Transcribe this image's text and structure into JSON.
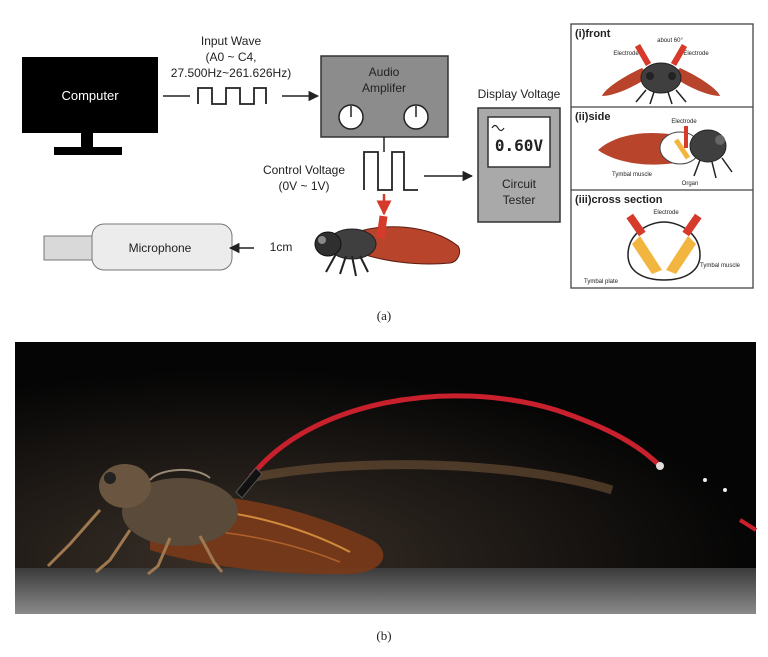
{
  "computer": {
    "label": "Computer"
  },
  "input_wave": {
    "title": "Input Wave",
    "range_line1": "(A0 ~ C4,",
    "range_line2": "27.500Hz~261.626Hz)"
  },
  "amplifier": {
    "line1": "Audio",
    "line2": "Amplifer"
  },
  "display": {
    "title": "Display Voltage",
    "reading": "0.60V"
  },
  "tester": {
    "line1": "Circuit",
    "line2": "Tester"
  },
  "control_voltage": {
    "line1": "Control Voltage",
    "line2": "(0V ~ 1V)"
  },
  "microphone": {
    "label": "Microphone"
  },
  "distance": {
    "label": "1cm"
  },
  "insets": {
    "front": {
      "title": "(i)front",
      "angle": "about 60°",
      "electrode_left": "Electrode",
      "electrode_right": "Electrode"
    },
    "side": {
      "title": "(ii)side",
      "electrode": "Electrode",
      "tymbal_muscle": "Tymbal muscle",
      "organ": "Organ"
    },
    "cross": {
      "title": "(iii)cross section",
      "electrode": "Electrode",
      "tymbal_muscle": "Tymbal muscle",
      "tymbal_plate": "Tymbal plate"
    }
  },
  "captions": {
    "a": "(a)",
    "b": "(b)"
  },
  "colors": {
    "electrode": "#d63a2a",
    "wing": "#b8442c",
    "muscle": "#f2b640",
    "wire": "#c8202c"
  }
}
